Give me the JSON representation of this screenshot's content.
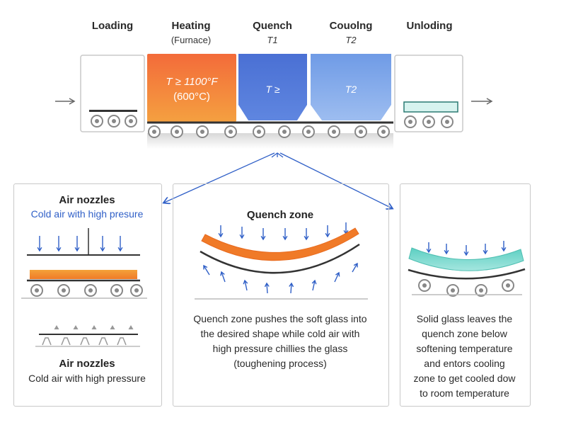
{
  "stages": [
    {
      "label": "Loading",
      "sub": ""
    },
    {
      "label": "Heating",
      "sub": "(Furnace)"
    },
    {
      "label": "Quench",
      "sub": "T1"
    },
    {
      "label": "Couolng",
      "sub": "T2"
    },
    {
      "label": "Unloding",
      "sub": ""
    }
  ],
  "furnace": {
    "line1": "T ≥ 1100°F",
    "line2": "(600°C)"
  },
  "quench_box": {
    "text": "T ≥"
  },
  "cooling_box": {
    "text": "T2"
  },
  "panel_left": {
    "top_title": "Air nozzles",
    "top_sub": "Cold air with high presure",
    "bottom_title": "Air nozzles",
    "bottom_sub": "Cold air with high pressure"
  },
  "panel_middle": {
    "title": "Quench zone",
    "desc": [
      "Quench zone pushes the soft glass into",
      "the desired shape while cold air with",
      "high pressure chillies the glass",
      "(toughening process)"
    ]
  },
  "panel_right": {
    "desc": [
      "Solid glass leaves the",
      "quench zone below",
      "softening temperature",
      "and entors cooling",
      "zone to get cooled dow",
      "to room temperature"
    ]
  },
  "colors": {
    "furnace": "#f07a35",
    "quench": "#4f79d8",
    "cooling": "#7fa8ea",
    "arrow_blue": "#2f5fc7",
    "glass_teal": "#6fd3c9"
  }
}
